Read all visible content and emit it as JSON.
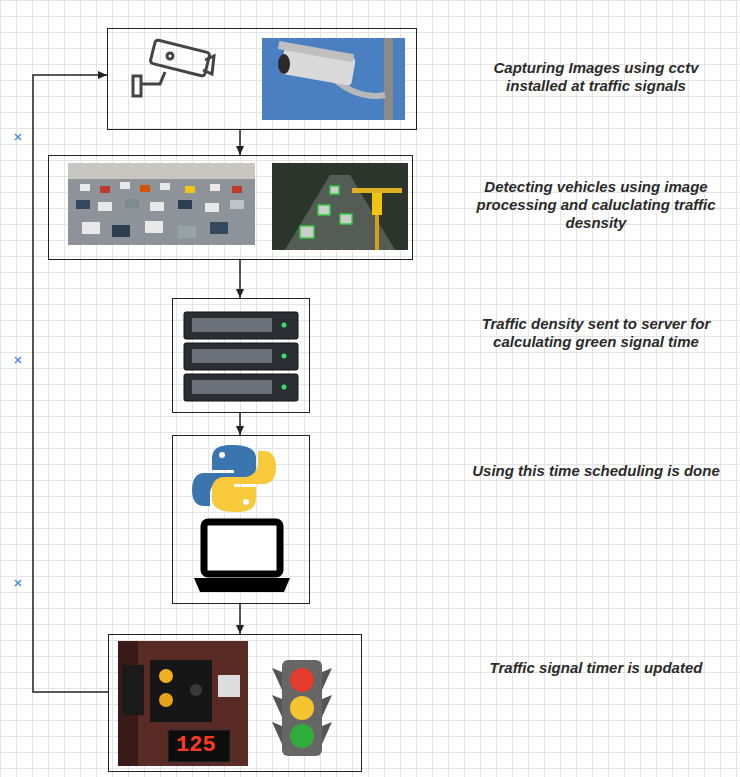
{
  "diagram": {
    "nodes": [
      {
        "text": [
          "Capturing Images using cctv installed at traffic signals"
        ]
      },
      {
        "text": [
          "Detecting vehicles using image processing and caluclating traffic desnsity"
        ]
      },
      {
        "text": [
          "Traffic density sent to server for calculating green signal time"
        ]
      },
      {
        "text": [
          "Using this time scheduling is done"
        ]
      },
      {
        "text": [
          "Traffic signal timer is updated"
        ]
      }
    ],
    "edges": [
      {
        "from": 0,
        "to": 1,
        "arrow": "to"
      },
      {
        "from": 1,
        "to": 2,
        "arrow": "to"
      },
      {
        "from": 2,
        "to": 3,
        "arrow": "to"
      },
      {
        "from": 3,
        "to": 4,
        "arrow": "to"
      },
      {
        "from": 4,
        "to": 0,
        "arrow": "to"
      }
    ],
    "labels": [
      "125"
    ]
  }
}
